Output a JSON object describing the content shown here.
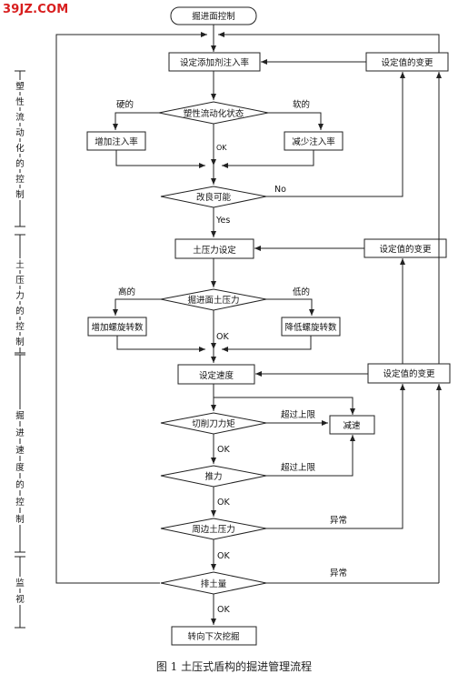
{
  "site": {
    "logo": "39JZ.COM"
  },
  "caption": "图 1   土压式盾构的掘进管理流程",
  "side_labels": {
    "plastic": [
      "塑",
      "性",
      "流",
      "动",
      "化",
      "的",
      "控",
      "制"
    ],
    "pressure": [
      "土",
      "压",
      "力",
      "的",
      "控",
      "制"
    ],
    "speed": [
      "掘",
      "进",
      "速",
      "度",
      "的",
      "控",
      "制"
    ],
    "monitor": [
      "监",
      "视"
    ]
  },
  "nodes": {
    "start": "掘进面控制",
    "set_injection": "设定添加剂注入率",
    "plastic_state": "塑性流动化状态",
    "inc_injection": "增加注入率",
    "dec_injection": "减少注入率",
    "improve": "改良可能",
    "change_setting_1": "设定值的变更",
    "earth_pressure_set": "土压力设定",
    "face_pressure": "掘进面土压力",
    "inc_screw": "增加螺旋转数",
    "dec_screw": "降低螺旋转数",
    "change_setting_2": "设定值的变更",
    "speed_set": "设定速度",
    "cutter_torque": "切削刀力矩",
    "decelerate": "减速",
    "thrust": "推力",
    "peripheral_pressure": "周边土压力",
    "discharge": "排土量",
    "change_setting_3": "设定值的变更",
    "next_excavation": "转向下次挖掘"
  },
  "edge_labels": {
    "hard": "硬的",
    "soft": "软的",
    "ok1": "OK",
    "no": "No",
    "yes": "Yes",
    "high": "高的",
    "low": "低的",
    "ok2": "OK",
    "exceed1": "超过上限",
    "ok3": "OK",
    "exceed2": "超过上限",
    "ok4": "OK",
    "abnormal1": "异常",
    "ok5": "OK",
    "abnormal2": "异常",
    "ok6": "OK"
  }
}
